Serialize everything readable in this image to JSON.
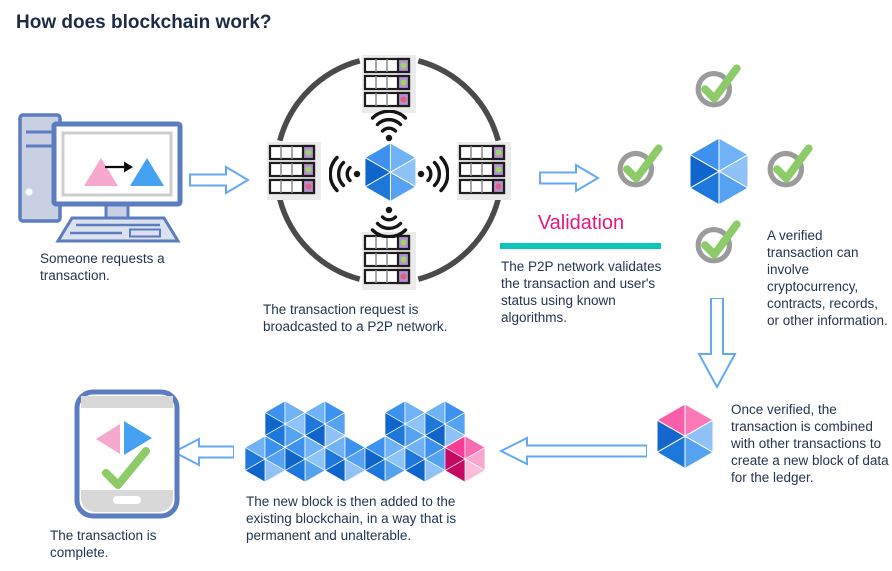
{
  "title": "How does blockchain work?",
  "colors": {
    "heading_navy": "#1d2b45",
    "body_navy": "#243550",
    "validation_magenta": "#e2187f",
    "teal_bar": "#0bc7b7",
    "arrow_blue": "#64a9f3",
    "check_green": "#8ccb67",
    "check_ring_gray": "#9b9b9b",
    "device_slate": "#5b7cc0",
    "cube_blue_dark": "#0f65cb",
    "cube_blue": "#3c92ee",
    "cube_blue_light": "#8fc3f8",
    "new_block_pink": "#fb3d97",
    "new_block_pink_dark": "#c60a63",
    "triangle_pink": "#f7a8cf",
    "triangle_blue": "#45a2f3"
  },
  "icons": {
    "desktop-computer-icon": "tower, monitor and keyboard",
    "wifi-icon": "broadcast arcs",
    "server-rack-icon": "ledger grid with status dots",
    "cube-icon": "isometric block",
    "checkmark-icon": "green check in gray ring",
    "arrow-right-icon": "outlined flow arrow",
    "arrow-left-icon": "outlined flow arrow",
    "arrow-down-icon": "outlined flow arrow",
    "smartphone-icon": "phone with triangles and check",
    "blockchain-icon": "cluster of linked cubes"
  },
  "steps": {
    "request": {
      "caption": "Someone requests a transaction."
    },
    "broadcast": {
      "caption": "The transaction request is broadcasted to a P2P network."
    },
    "validation": {
      "heading": "Validation",
      "body": "The P2P network validates the transaction and user's status using known algorithms."
    },
    "verified": {
      "note": "A verified transaction can involve cryptocurrency, contracts, records, or other information."
    },
    "combine": {
      "note": "Once verified, the transaction is combined with other transactions to create a new block of data for the ledger."
    },
    "chain": {
      "caption": "The new block is then added to the existing blockchain, in a way that is permanent and unalterable."
    },
    "complete": {
      "caption": "The transaction is complete."
    }
  }
}
